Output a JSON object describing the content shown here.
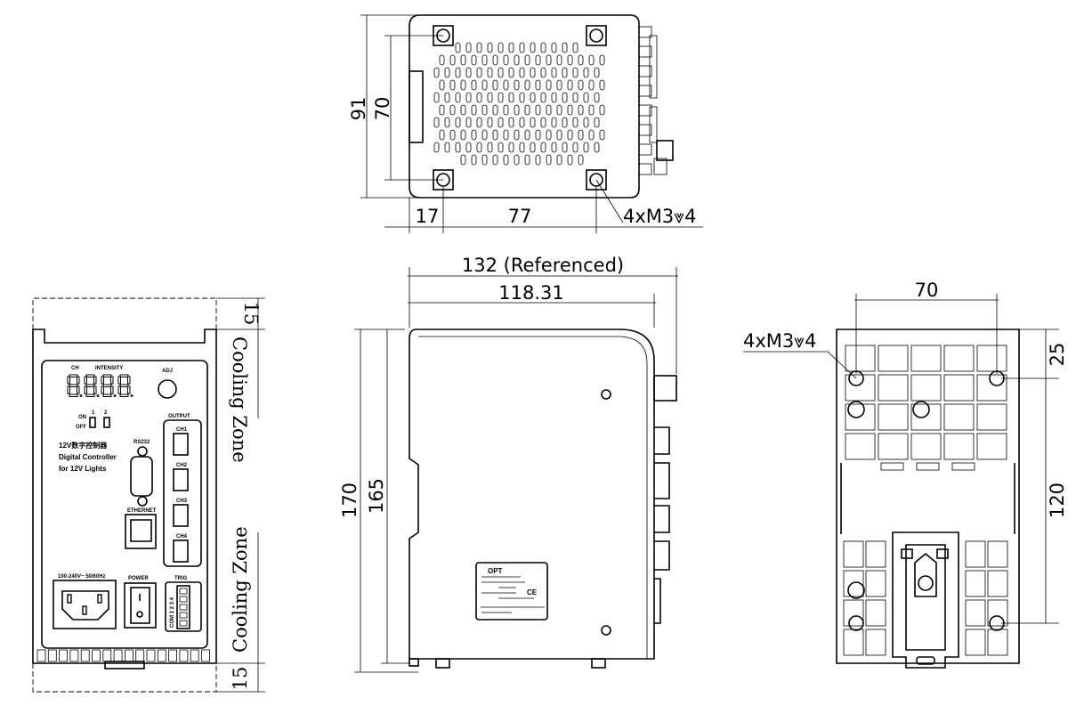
{
  "top_view": {
    "dim_height": "91",
    "dim_hole_span_v": "70",
    "dim_offset": "17",
    "dim_hole_span_h": "77",
    "thread_note": "4xM3⩔4"
  },
  "front_view": {
    "cooling_top": "15",
    "cooling_zone_top": "Cooling Zone",
    "cooling_zone_bottom": "Cooling Zone",
    "cooling_bottom": "15",
    "panel": {
      "ch": "CH",
      "intensity": "INTENSITY",
      "adj": "ADJ",
      "on": "ON",
      "off": "OFF",
      "sw1": "1",
      "sw2": "2",
      "title_cn": "12V数字控制器",
      "title_en1": "Digital Controller",
      "title_en2": "for 12V Lights",
      "rs232": "RS232",
      "ethernet": "ETHERNET",
      "output": "OUTPUT",
      "channels": [
        "CH1",
        "CH2",
        "CH3",
        "CH4"
      ],
      "power_in": "100-240V~ 50/60Hz",
      "power": "POWER",
      "trig": "TRIG",
      "trig_pins": "COM 1 2 3 4"
    }
  },
  "side_view": {
    "dim_total_length": "132 (Referenced)",
    "dim_body_length": "118.31",
    "dim_total_height": "170",
    "dim_body_height": "165",
    "label_brand": "OPT",
    "label_ce": "CE"
  },
  "rear_view": {
    "dim_hole_span_h": "70",
    "dim_top_offset": "25",
    "dim_hole_span_v": "120",
    "thread_note": "4xM3⩔4"
  }
}
